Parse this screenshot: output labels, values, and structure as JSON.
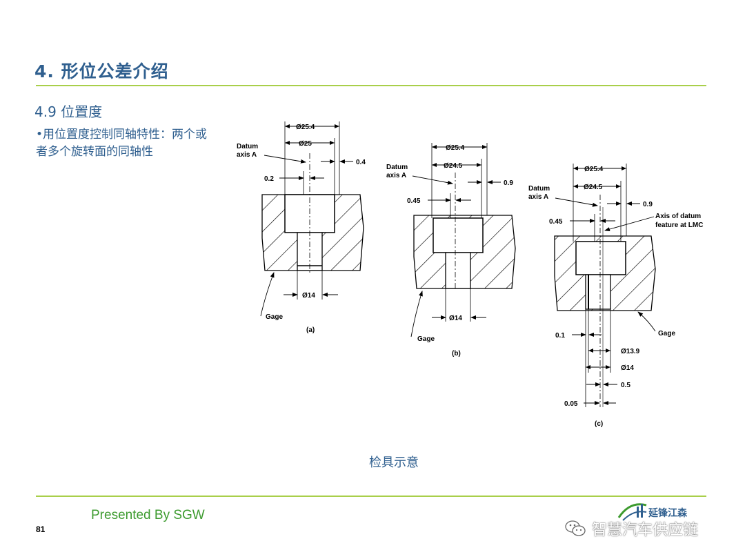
{
  "slide": {
    "title": "4. 形位公差介绍",
    "subtitle": "4.9 位置度",
    "bullet": "•用位置度控制同轴特性：两个或者多个旋转面的同轴性",
    "caption": "检具示意",
    "presented_by": "Presented By SGW",
    "page_number": "81",
    "logo_text": "延锋江森",
    "watermark": "智慧汽车供应链"
  },
  "colors": {
    "title_blue": "#2f5f8f",
    "rule_green": "#a9cf4a",
    "presented_green": "#3d9b2f"
  },
  "figure": {
    "a": {
      "label": "(a)",
      "outer_dia": "Ø25.4",
      "inner_dia": "Ø25",
      "tol_right": "0.4",
      "tol_left": "0.2",
      "bottom_dia": "Ø14",
      "datum": "Datum",
      "datum2": "axis A",
      "gage": "Gage"
    },
    "b": {
      "label": "(b)",
      "outer_dia": "Ø25.4",
      "inner_dia": "Ø24.5",
      "tol_right": "0.9",
      "tol_left": "0.45",
      "bottom_dia": "Ø14",
      "datum": "Datum",
      "datum2": "axis A",
      "gage": "Gage"
    },
    "c": {
      "label": "(c)",
      "outer_dia": "Ø25.4",
      "inner_dia": "Ø24.5",
      "tol_right": "0.9",
      "tol_left": "0.45",
      "datum": "Datum",
      "datum2": "axis A",
      "axis_note1": "Axis of datum",
      "axis_note2": "feature at LMC",
      "gage": "Gage",
      "d_01": "0.1",
      "d_139": "Ø13.9",
      "d_14": "Ø14",
      "d_05": "0.5",
      "d_005": "0.05"
    }
  }
}
